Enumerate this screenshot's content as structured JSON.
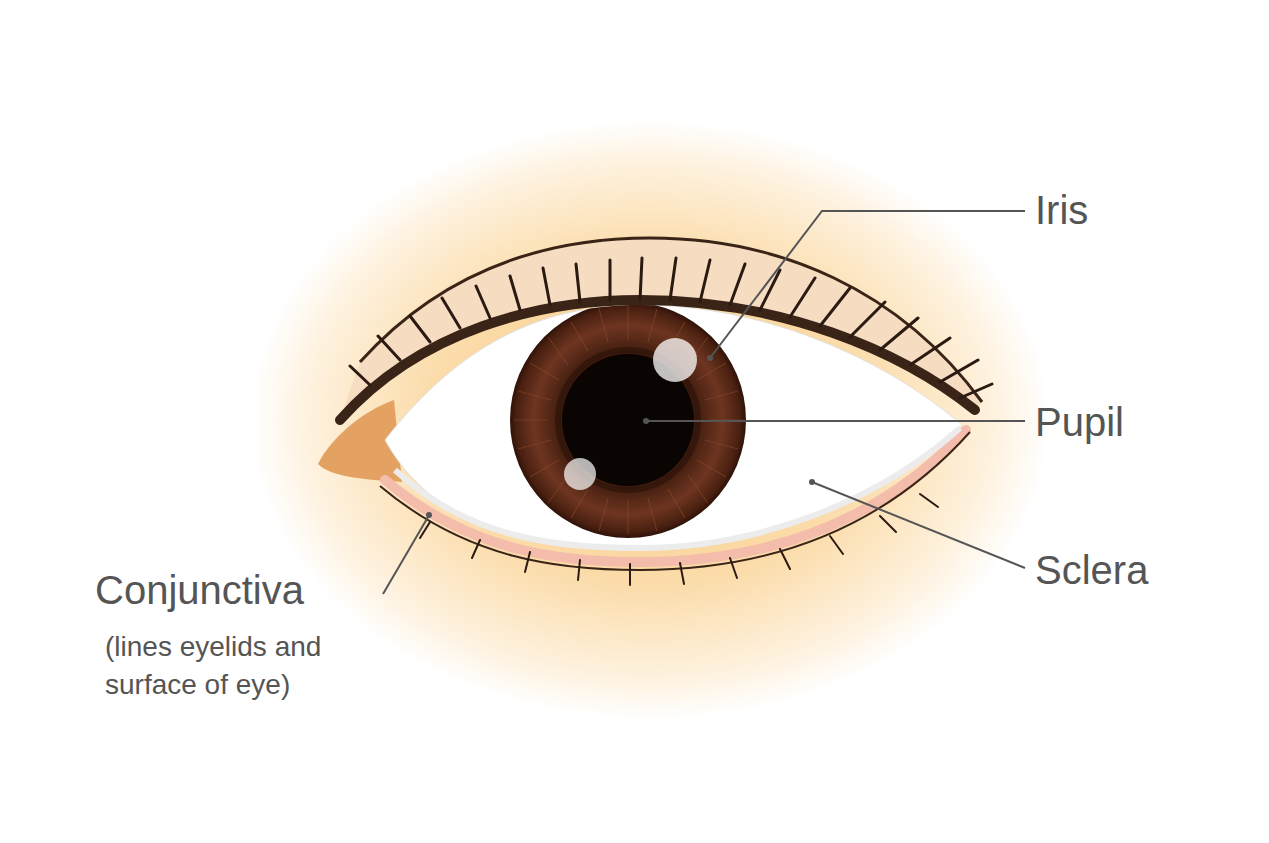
{
  "diagram": {
    "labels": [
      "Iris",
      "Pupil",
      "Sclera",
      "Conjunctiva",
      "(lines eyelids and surface of eye)"
    ]
  }
}
